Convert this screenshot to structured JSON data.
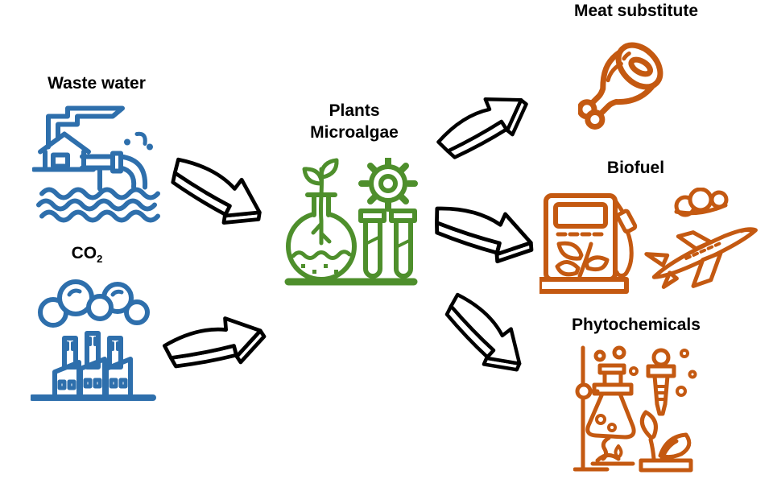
{
  "colors": {
    "background": "#ffffff",
    "label_text": "#000000",
    "input_blue": "#2e6fac",
    "process_green": "#4e8f2c",
    "output_orange": "#c45911",
    "arrow_fill": "#ffffff",
    "arrow_outline": "#000000"
  },
  "inputs": {
    "waste_water": {
      "label": "Waste water",
      "icon": "wastewater-outfall-icon"
    },
    "co2": {
      "label": "CO",
      "label_sub": "2",
      "icon": "factory-emissions-icon"
    }
  },
  "process": {
    "label_line1": "Plants",
    "label_line2": "Microalgae",
    "icon": "flask-plant-gear-test-tubes-icon"
  },
  "outputs": {
    "meat_substitute": {
      "label": "Meat substitute",
      "icon": "meat-leg-icon"
    },
    "biofuel": {
      "label": "Biofuel",
      "icons": [
        "biofuel-pump-icon",
        "airplane-clouds-icon"
      ]
    },
    "phytochemicals": {
      "label": "Phytochemicals",
      "icon": "lab-extraction-plant-icon"
    }
  },
  "arrows": [
    {
      "from": "waste_water",
      "to": "plants_microalgae",
      "direction": "down-right"
    },
    {
      "from": "co2",
      "to": "plants_microalgae",
      "direction": "up-right"
    },
    {
      "from": "plants_microalgae",
      "to": "meat_substitute",
      "direction": "up-right"
    },
    {
      "from": "plants_microalgae",
      "to": "biofuel",
      "direction": "right"
    },
    {
      "from": "plants_microalgae",
      "to": "phytochemicals",
      "direction": "down-right"
    }
  ]
}
